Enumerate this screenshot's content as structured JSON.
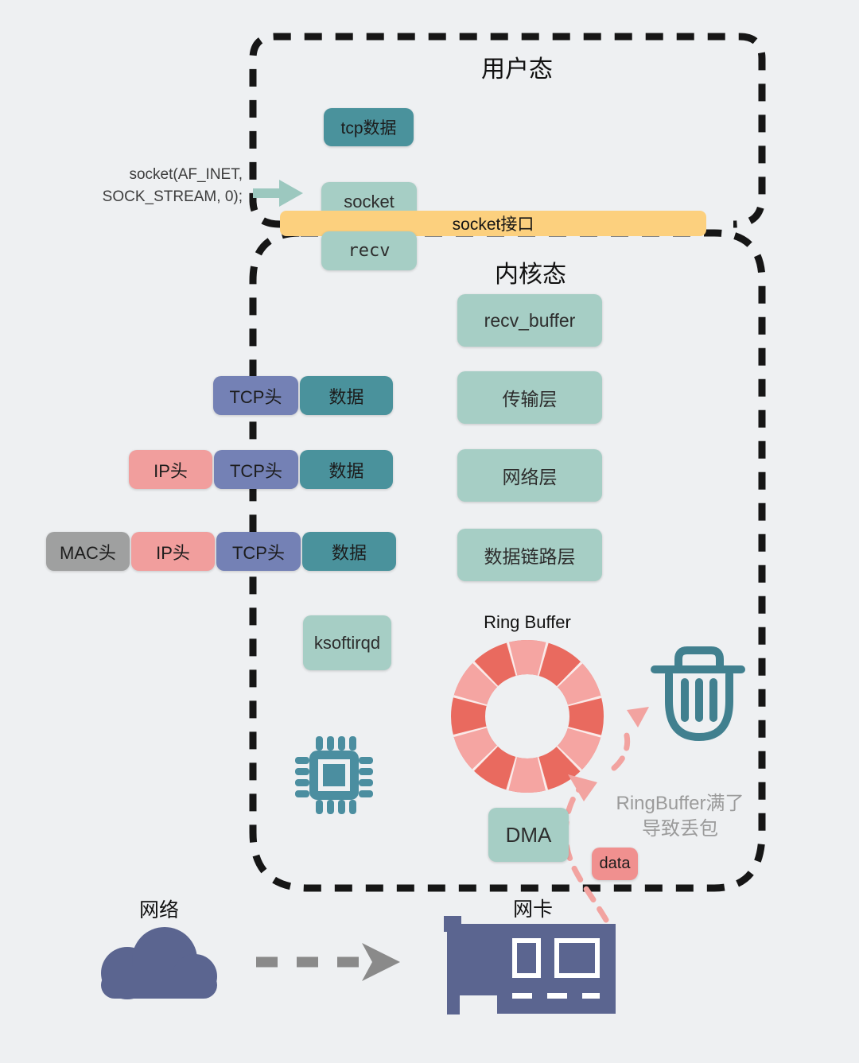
{
  "colors": {
    "background": "#eef0f2",
    "teal_box": "#4a929c",
    "teal_light_box": "#a6cec5",
    "teal_icon": "#41808f",
    "cpu_icon_teal": "#4b8ea0",
    "yellow_bar": "#fcd07e",
    "purple_box": "#7481b5",
    "pink_box": "#f19e9d",
    "pink_data_box": "#f0908f",
    "gray_box": "#9fa0a0",
    "slate_icon": "#5b6590",
    "ring_red": "#e96a5f",
    "ring_pink": "#f5a5a2",
    "pink_dash_arrow": "#f2a3a0",
    "gray_dash_arrow": "#8a8a8a",
    "teal_arrow": "#9cc8bf",
    "dash_border": "#161616",
    "note_gray": "#9b9b9b"
  },
  "user_space": {
    "title": "用户态",
    "tcp_data": "tcp数据",
    "syscall_line1": "socket(AF_INET,",
    "syscall_line2": "SOCK_STREAM, 0);",
    "socket": "socket",
    "recv": "recv"
  },
  "socket_api_label": "socket接口",
  "kernel_space": {
    "title": "内核态",
    "recv_buffer": "recv_buffer",
    "transport_layer": "传输层",
    "network_layer": "网络层",
    "datalink_layer": "数据链路层",
    "ksoftirqd": "ksoftirqd",
    "ring_buffer_title": "Ring Buffer",
    "ring_segments": 12,
    "dma": "DMA",
    "data": "data",
    "drop_note_line1": "RingBuffer满了",
    "drop_note_line2": "导致丢包"
  },
  "packet_rows": [
    {
      "segments": [
        {
          "label": "TCP头"
        },
        {
          "label": "数据"
        }
      ]
    },
    {
      "segments": [
        {
          "label": "IP头"
        },
        {
          "label": "TCP头"
        },
        {
          "label": "数据"
        }
      ]
    },
    {
      "segments": [
        {
          "label": "MAC头"
        },
        {
          "label": "IP头"
        },
        {
          "label": "TCP头"
        },
        {
          "label": "数据"
        }
      ]
    }
  ],
  "bottom": {
    "network_label": "网络",
    "nic_label": "网卡"
  }
}
